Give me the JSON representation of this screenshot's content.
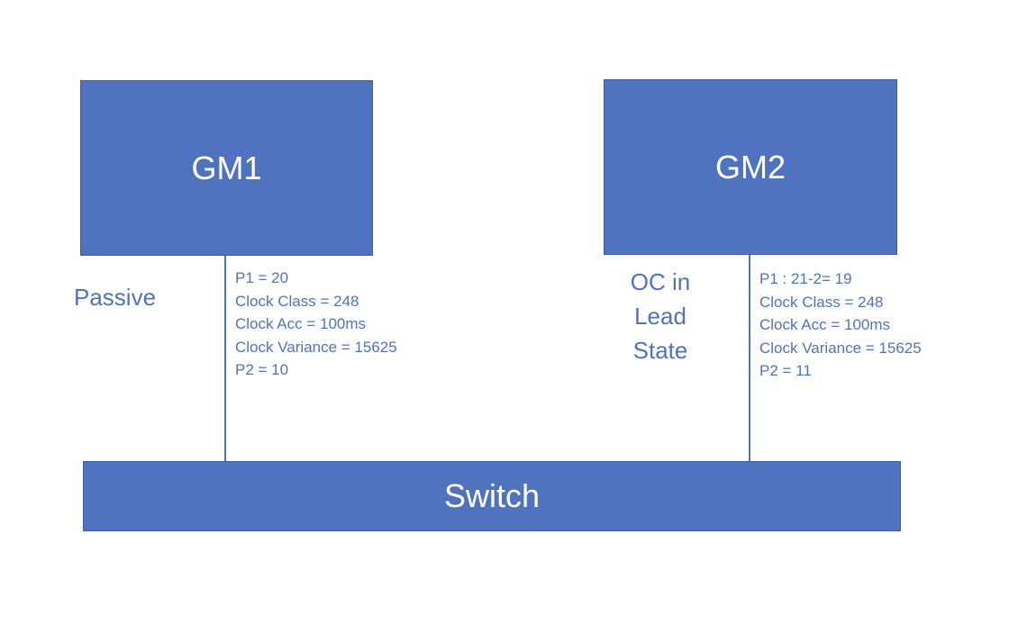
{
  "gm1": {
    "label": "GM1",
    "state": "Passive",
    "params": [
      "P1 = 20",
      "Clock Class = 248",
      "Clock Acc = 100ms",
      "Clock Variance = 15625",
      "P2 = 10"
    ]
  },
  "gm2": {
    "label": "GM2",
    "state_lines": [
      "OC in",
      "Lead",
      "State"
    ],
    "params": [
      "P1 : 21-2= 19",
      "Clock Class = 248",
      "Clock Acc = 100ms",
      "Clock Variance = 15625",
      "P2 = 11"
    ]
  },
  "switch": {
    "label": "Switch"
  },
  "colors": {
    "box_fill": "#4f73be",
    "text_accent": "#4f73be",
    "box_text": "#ffffff"
  }
}
